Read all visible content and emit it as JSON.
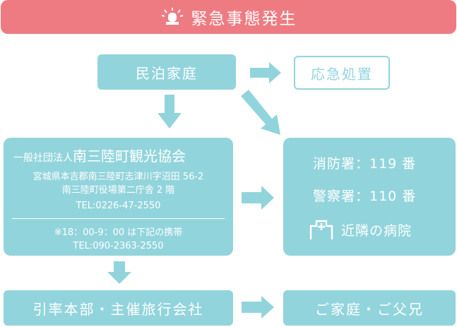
{
  "banner": {
    "title": "緊急事態発生",
    "icon": "siren-icon"
  },
  "nodes": {
    "minpaku": "民泊家庭",
    "emergency_measures": "応急処置",
    "association": {
      "type_label": "一般社団法人",
      "name": "南三陸町観光協会",
      "address_line1": "宮城県本吉郡南三陸町志津川字沼田 56-2",
      "address_line2": "南三陸町役場第二庁舎 2 階",
      "tel": "TEL:0226-47-2550",
      "after_hours_note": "※18：00-9：00 は下記の携帯",
      "mobile_tel": "TEL:090-2363-2550"
    },
    "services": {
      "fire": "消防署：119 番",
      "police": "警察署：110 番",
      "hospital": "近隣の病院",
      "hospital_icon": "hospital-icon"
    },
    "tour_hq": "引率本部・主催旅行会社",
    "family": "ご家庭・ご父兄"
  },
  "colors": {
    "banner": "#ef7b82",
    "box": "#92d4dc",
    "text_on_box": "#ffffff"
  }
}
